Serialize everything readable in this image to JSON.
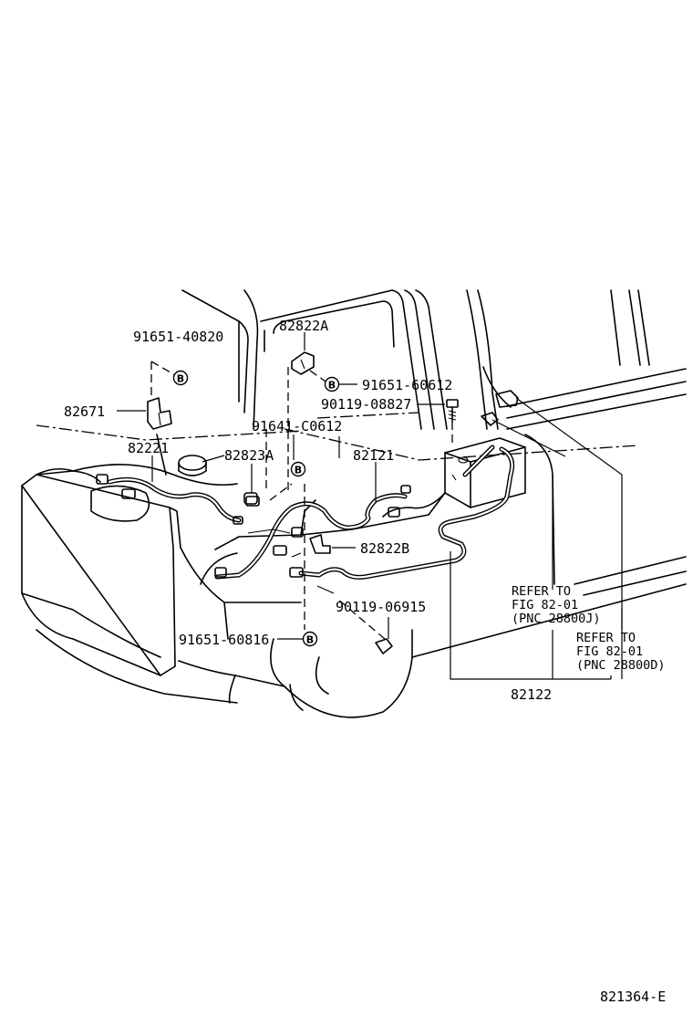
{
  "labels": {
    "p91651_40820": "91651-40820",
    "p82671": "82671",
    "p82822A": "82822A",
    "p91651_60612": "91651-60612",
    "p90119_08827": "90119-08827",
    "p91641_C0612": "91641-C0612",
    "p82221": "82221",
    "p82823A": "82823A",
    "p82121": "82121",
    "p82822B": "82822B",
    "p90119_06915": "90119-06915",
    "p91651_60816": "91651-60816",
    "p82122": "82122",
    "figure_id": "821364-E"
  },
  "refer_1": {
    "line1": "REFER TO",
    "line2": "FIG 82-01",
    "line3": "(PNC 28800J)"
  },
  "refer_2": {
    "line1": "REFER TO",
    "line2": "FIG 82-01",
    "line3": "(PNC 28800D)"
  },
  "badge_letter": "B"
}
